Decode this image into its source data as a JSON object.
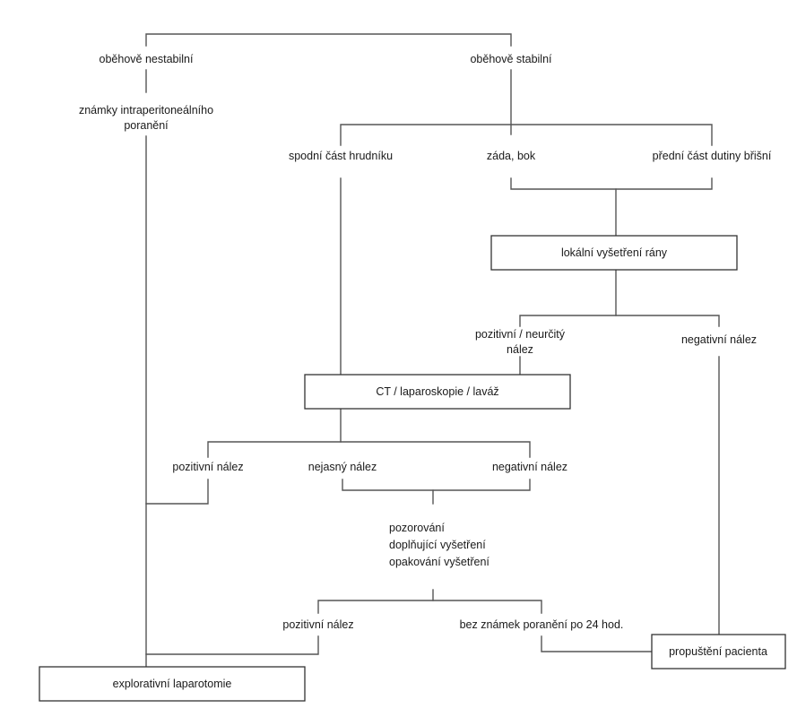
{
  "colors": {
    "line": "#555555",
    "box_border": "#333333",
    "text": "#1a1a1a",
    "background": "#ffffff"
  },
  "nodes": {
    "hemodynamically_unstable": "oběhově nestabilní",
    "hemodynamically_stable": "oběhově stabilní",
    "intraperitoneal_signs": [
      "známky intraperitoneálního",
      "poranění"
    ],
    "lower_chest": "spodní část hrudníku",
    "back_flank": "záda, bok",
    "anterior_abdomen": "přední část dutiny břišní",
    "local_wound_exam": "lokální vyšetření rány",
    "positive_uncertain": [
      "pozitivní / neurčitý",
      "nález"
    ],
    "negative_finding_right": "negativní nález",
    "ct_laparoscopy_lavage": "CT / laparoskopie / laváž",
    "positive_finding": "pozitivní nález",
    "unclear_finding": "nejasný nález",
    "negative_finding_mid": "negativní nález",
    "observation": [
      "pozorování",
      "doplňující vyšetření",
      "opakování vyšetření"
    ],
    "positive_finding_bottom": "pozitivní nález",
    "no_injury_24h": "bez známek poranění po 24 hod.",
    "patient_discharge": "propuštění pacienta",
    "exploratory_laparotomy": "explorativní laparotomie"
  }
}
